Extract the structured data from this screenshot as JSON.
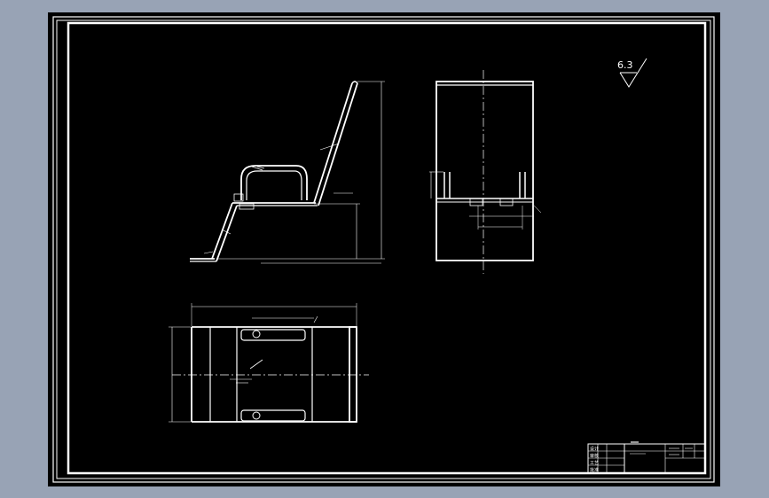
{
  "drawing": {
    "background": "#000000",
    "line_color": "#ffffff",
    "app_background": "#98a3b5",
    "roughness_value": "6.3",
    "title_block": {
      "title": "",
      "labels": [
        "设计",
        "审核",
        "工艺",
        "批准"
      ]
    }
  }
}
